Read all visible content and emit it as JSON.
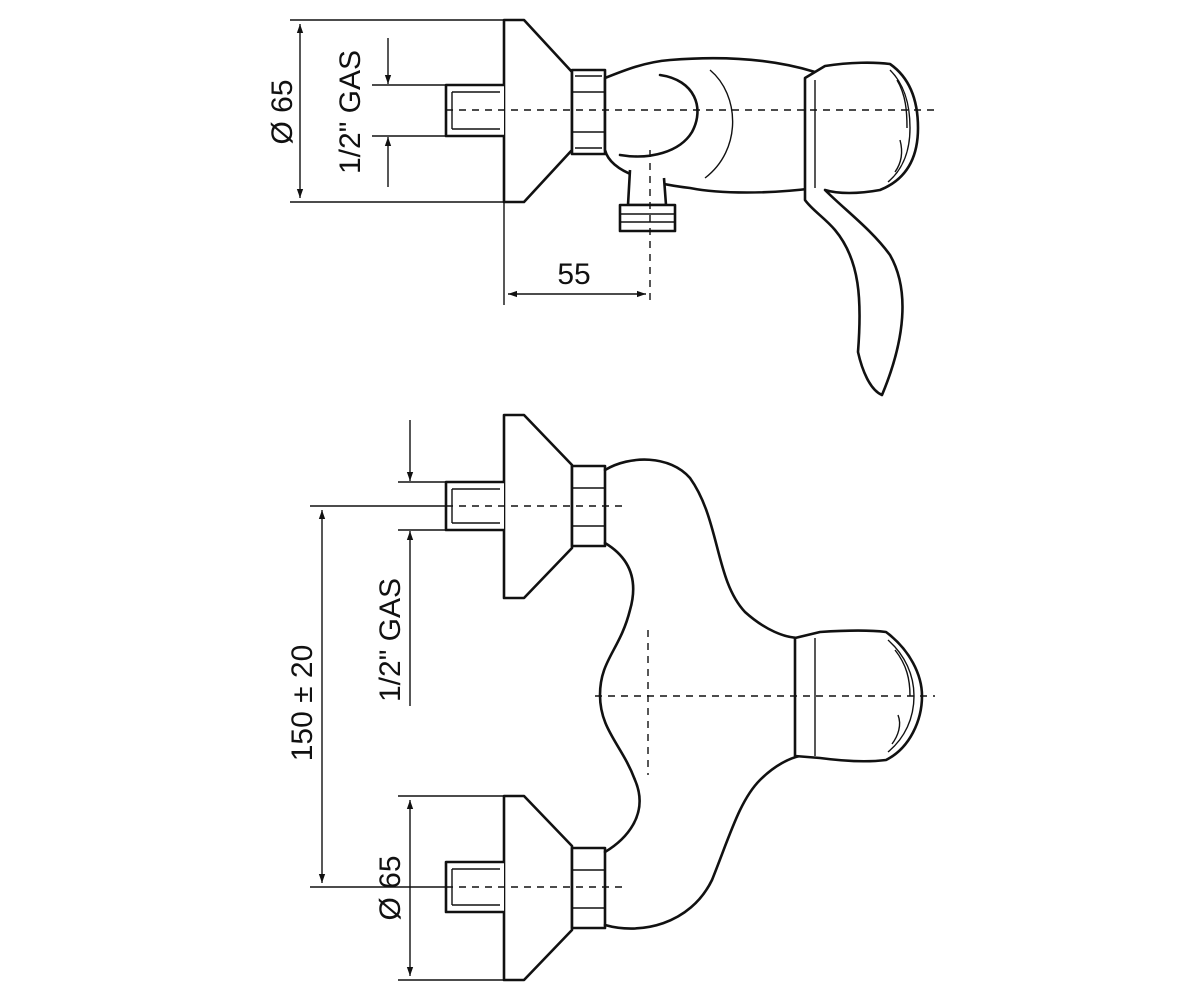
{
  "side_view": {
    "dim_diameter": "Ø 65",
    "dim_thread": "1/2\" GAS",
    "dim_depth": "55"
  },
  "top_view": {
    "dim_thread": "1/2\" GAS",
    "dim_spacing": "150 ± 20",
    "dim_diameter": "Ø 65"
  }
}
